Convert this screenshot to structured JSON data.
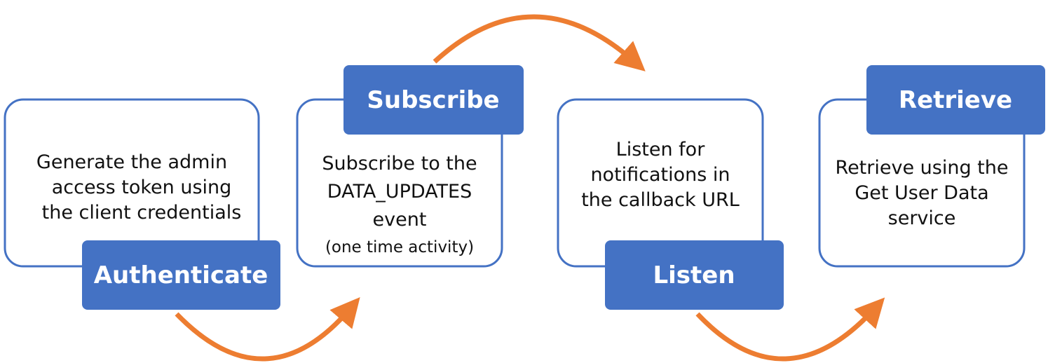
{
  "theme": {
    "card_border": "#4472c4",
    "label_fill": "#4472c4",
    "arrow_color": "#ed7d31",
    "text_color": "#111111",
    "label_text_color": "#ffffff"
  },
  "steps": [
    {
      "label": "Authenticate",
      "lines": [
        "Generate the admin",
        "access token using",
        "the client credentials"
      ]
    },
    {
      "label": "Subscribe",
      "lines": [
        "Subscribe to the",
        "DATA_UPDATES",
        "event"
      ],
      "note": "(one time activity)"
    },
    {
      "label": "Listen",
      "lines": [
        "Listen for",
        "notifications in",
        "the callback URL"
      ]
    },
    {
      "label": "Retrieve",
      "lines": [
        "Retrieve using the",
        "Get User Data",
        "service"
      ]
    }
  ]
}
